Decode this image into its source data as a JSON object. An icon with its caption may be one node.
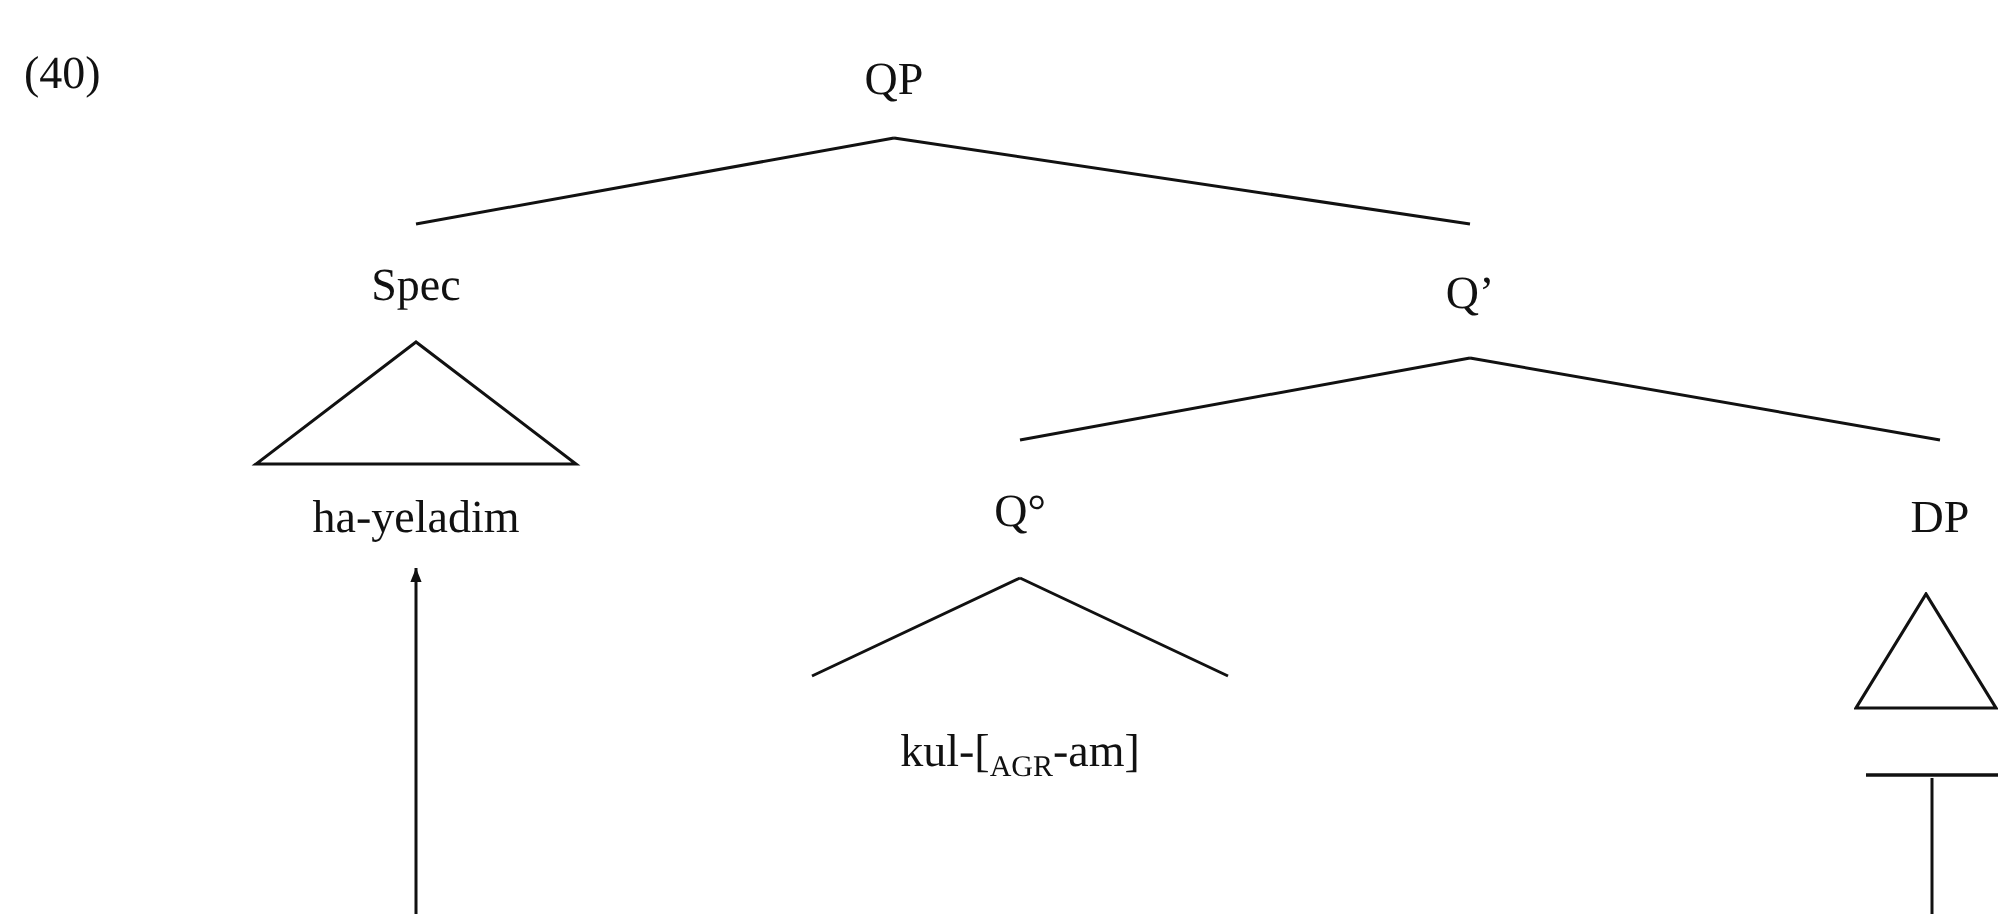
{
  "diagram": {
    "nodes": [
      {
        "text": [
          "QP"
        ]
      },
      {
        "text": [
          "Spec"
        ]
      },
      {
        "text": [
          "Q’"
        ]
      },
      {
        "text": [
          "ha-yeladim"
        ]
      },
      {
        "text": [
          "Q°"
        ]
      },
      {
        "text": [
          "DP"
        ]
      },
      {
        "text": [
          "kul-[$_{AGR}$-am]"
        ]
      },
      {
        "text": [],
        "shape": "triangle"
      },
      {
        "text": [],
        "shape": "bar"
      }
    ],
    "edges": [
      {
        "from": 0,
        "to": 1,
        "arrow": "none"
      },
      {
        "from": 0,
        "to": 2,
        "arrow": "none"
      },
      {
        "from": 1,
        "to": 3,
        "arrow": "none"
      },
      {
        "from": 2,
        "to": 4,
        "arrow": "none"
      },
      {
        "from": 2,
        "to": 5,
        "arrow": "none"
      },
      {
        "from": 4,
        "to": 6,
        "arrow": "none"
      },
      {
        "from": null,
        "to": 3,
        "arrow": "to"
      },
      {
        "from": null,
        "to": 8,
        "arrow": "none"
      }
    ],
    "labels": [
      "(40)"
    ]
  }
}
